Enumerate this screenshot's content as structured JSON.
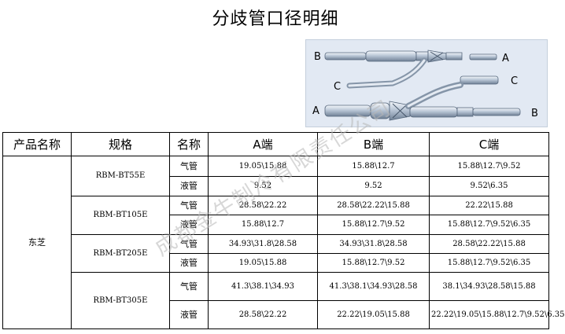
{
  "title": "分歧管口径明细",
  "diagram": {
    "labels": {
      "b_top": "B",
      "a_right": "A",
      "c_left": "C",
      "c_right": "C",
      "a_left": "A",
      "b_right": "B"
    }
  },
  "table": {
    "headers": [
      "产品名称",
      "规格",
      "名称",
      "A端",
      "B端",
      "C端"
    ],
    "product": "东芝",
    "groups": [
      {
        "model": "RBM-BT55E",
        "rows": [
          {
            "kind": "气管",
            "a": "19.05\\15.88",
            "b": "15.88\\12.7",
            "c": "15.88\\12.7\\9.52"
          },
          {
            "kind": "液管",
            "a": "9.52",
            "b": "9.52",
            "c": "9.52\\6.35"
          }
        ]
      },
      {
        "model": "RBM-BT105E",
        "rows": [
          {
            "kind": "气管",
            "a": "28.58\\22.22",
            "b": "28.58\\22.22\\15.88",
            "c": "22.22\\15.88"
          },
          {
            "kind": "液管",
            "a": "15.88\\12.7",
            "b": "15.88\\12.7\\9.52",
            "c": "15.88\\12.7\\9.52\\6.35"
          }
        ]
      },
      {
        "model": "RBM-BT205E",
        "rows": [
          {
            "kind": "气管",
            "a": "34.93\\31.8\\28.58",
            "b": "34.93\\31.8\\28.58",
            "c": "28.58\\22.22\\15.88"
          },
          {
            "kind": "液管",
            "a": "19.05\\15.88",
            "b": "15.88\\12.7\\9.52",
            "c": "15.88\\12.7\\9.52\\6.35"
          }
        ]
      },
      {
        "model": "RBM-BT305E",
        "rows": [
          {
            "kind": "气管",
            "a": "41.3\\38.1\\34.93",
            "b": "41.3\\38.1\\34.93\\28.58",
            "c": "38.1\\34.93\\28.58\\15.88"
          },
          {
            "kind": "液管",
            "a": "28.58\\22.22",
            "b": "22.22\\19.05\\15.88",
            "c": "22.22\\19.05\\15.88\\12.7\\9.52\\6.35"
          }
        ]
      }
    ]
  },
  "watermark": "成都金牛制冷有限责任公司"
}
